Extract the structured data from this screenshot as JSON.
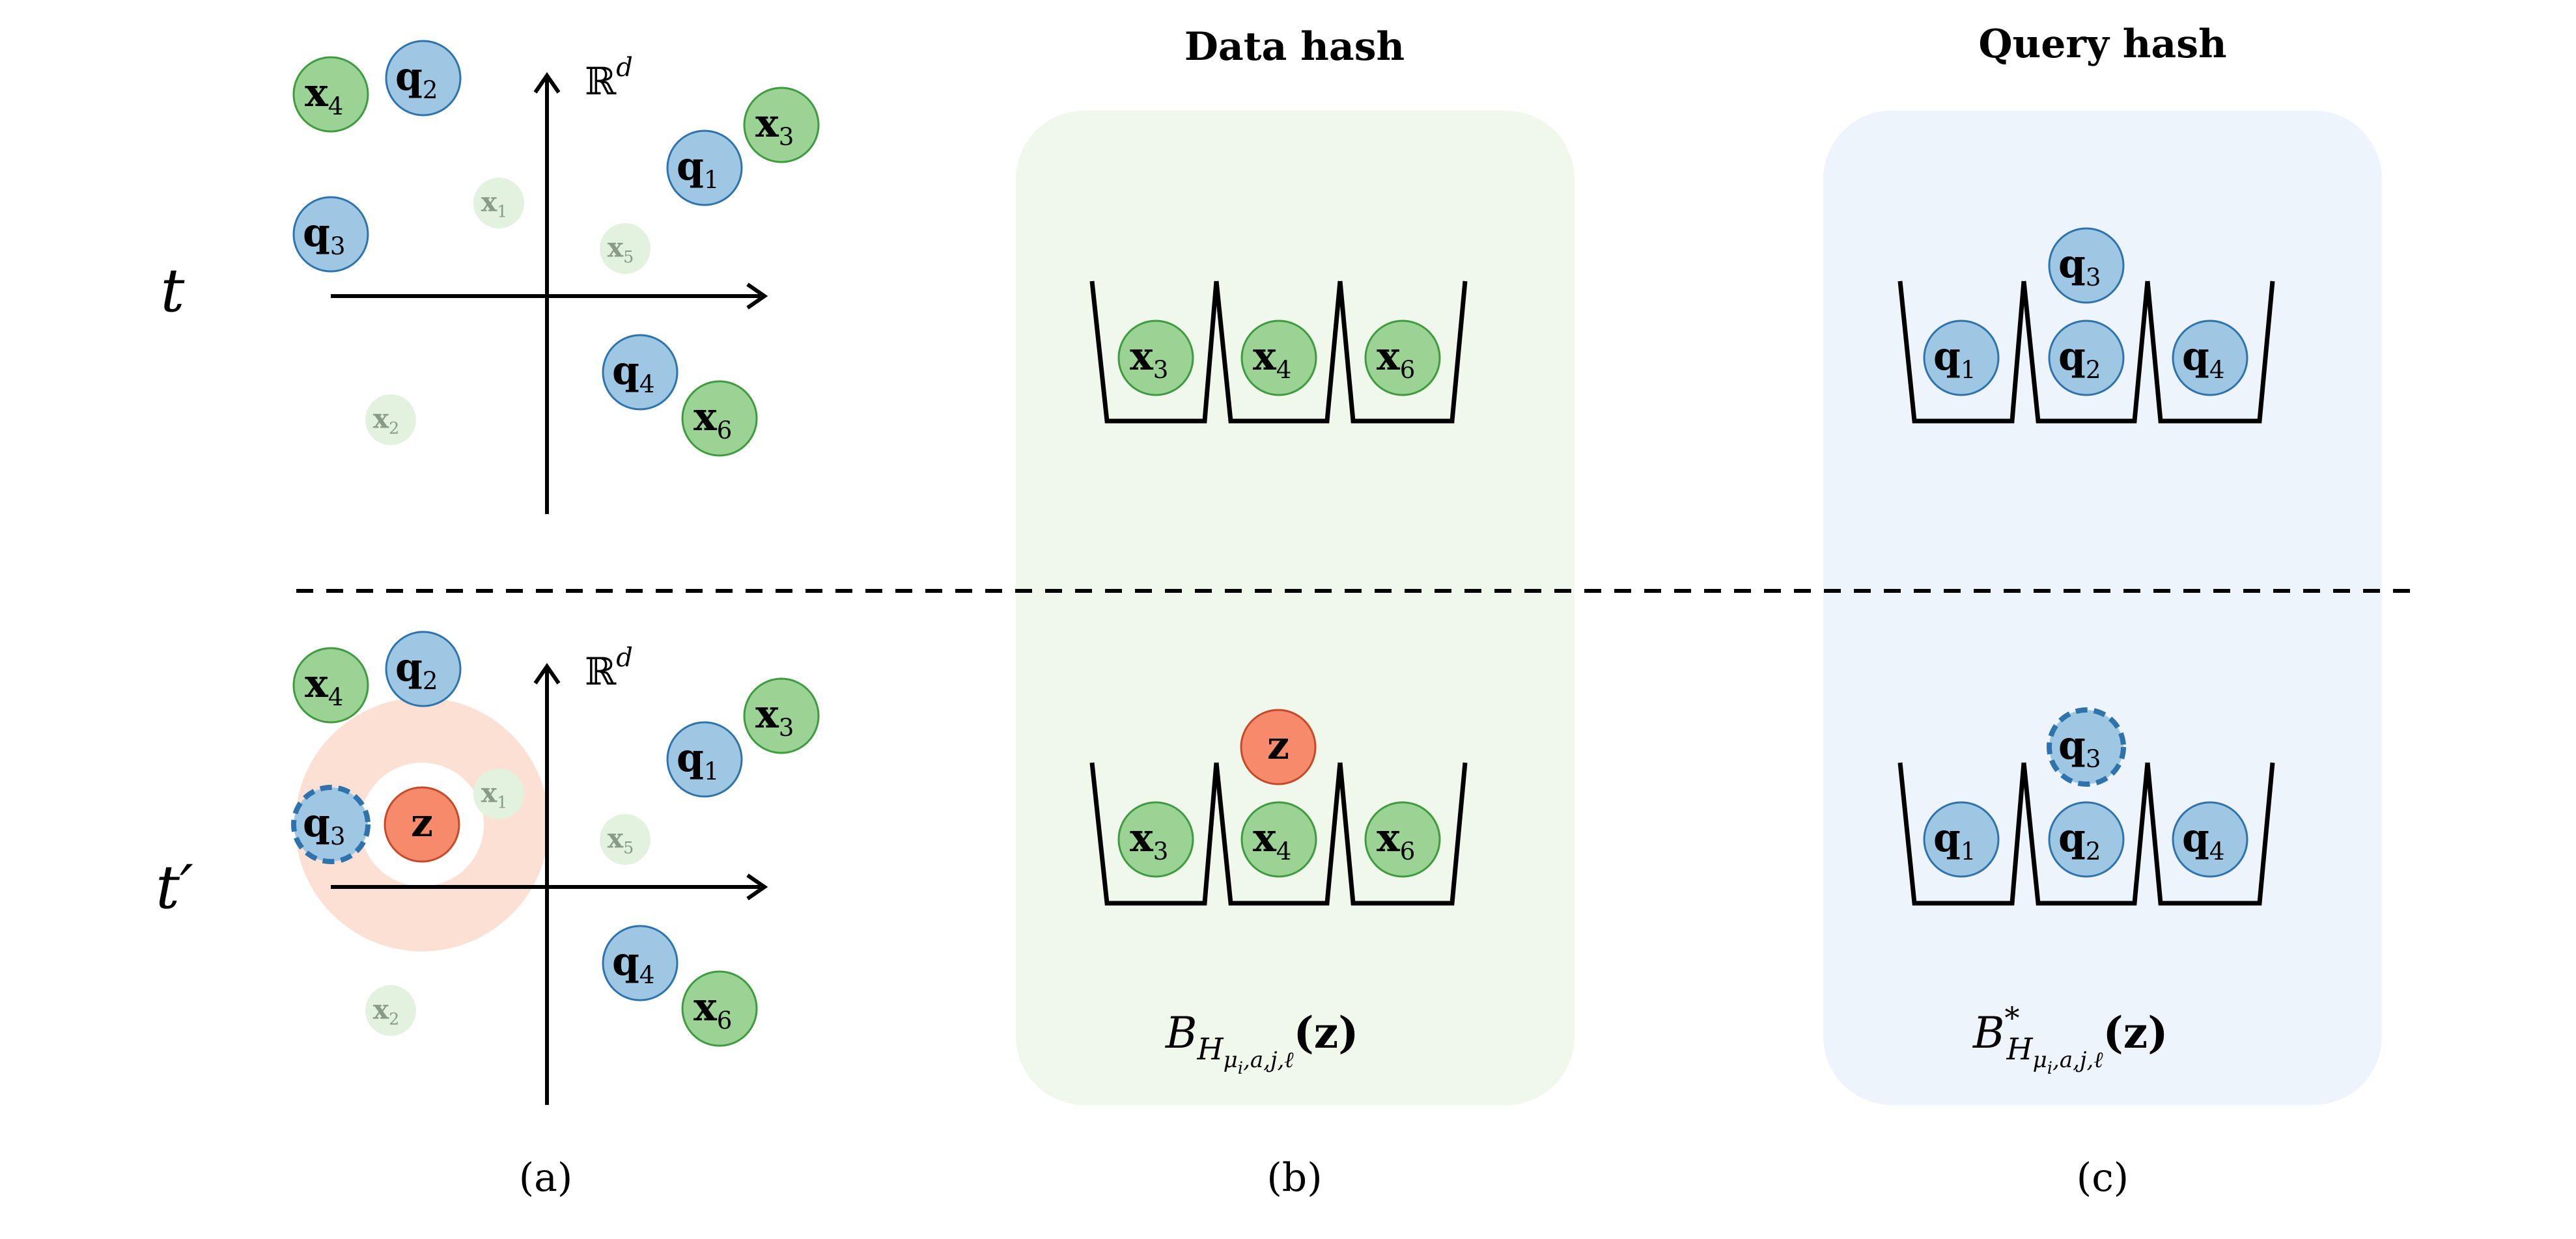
{
  "headers": {
    "data_hash": "Data hash",
    "query_hash": "Query hash"
  },
  "row_labels": {
    "top": "t",
    "bottom": "t′"
  },
  "space_label": "ℝ",
  "space_sup": "d",
  "panel_captions": {
    "a": "(a)",
    "b": "(b)",
    "c": "(c)"
  },
  "bucket_formulas": {
    "data": {
      "base": "B",
      "sub": "H",
      "subsub": "μ",
      "subsubsub": "i",
      "rest": ",a,j,ℓ",
      "arg": "(z)"
    },
    "query": {
      "base": "B",
      "star": "*",
      "sub": "H",
      "subsub": "μ",
      "subsubsub": "i",
      "rest": ",a,j,ℓ",
      "arg": "(z)"
    }
  },
  "points": {
    "x1": {
      "base": "x",
      "sub": "1"
    },
    "x2": {
      "base": "x",
      "sub": "2"
    },
    "x3": {
      "base": "x",
      "sub": "3"
    },
    "x4": {
      "base": "x",
      "sub": "4"
    },
    "x5": {
      "base": "x",
      "sub": "5"
    },
    "x6": {
      "base": "x",
      "sub": "6"
    },
    "q1": {
      "base": "q",
      "sub": "1"
    },
    "q2": {
      "base": "q",
      "sub": "2"
    },
    "q3": {
      "base": "q",
      "sub": "3"
    },
    "q4": {
      "base": "q",
      "sub": "4"
    },
    "z": {
      "base": "z"
    }
  },
  "colors": {
    "data_fill": "#9bd394",
    "data_stroke": "#3f9b3f",
    "data_faded_fill": "#e2f2df",
    "data_faded_text": "#8a9a88",
    "query_fill": "#9ec7e4",
    "query_stroke": "#2f73ad",
    "new_point_fill": "#f68a6b",
    "new_point_stroke": "#c44a2a",
    "ring_fill": "#fce0d3",
    "data_panel_bg": "#f0f8ec",
    "query_panel_bg": "#edf4fb",
    "ink": "#000000"
  }
}
